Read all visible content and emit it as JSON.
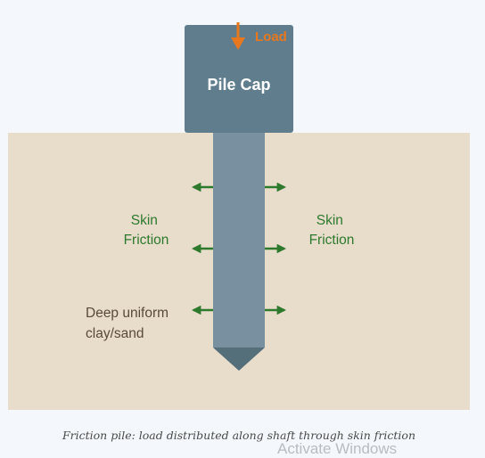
{
  "pile_cap": {
    "label": "Pile Cap"
  },
  "load": {
    "label": "Load"
  },
  "skin_friction": {
    "left_lines": [
      "Skin",
      "Friction"
    ],
    "right_lines": [
      "Skin",
      "Friction"
    ]
  },
  "soil": {
    "lines": [
      "Deep uniform",
      "clay/sand"
    ]
  },
  "caption": "Friction pile: load distributed along shaft through skin friction",
  "watermark": "Activate Windows",
  "colors": {
    "background": "#f4f7fb",
    "soil": "#e8dccb",
    "pile_cap": "#5f7d8c",
    "shaft": "#7990a0",
    "tip": "#546e7a",
    "load_arrow": "#e8781e",
    "friction_arrow": "#2d7a2d",
    "friction_text": "#2d7a2d",
    "soil_text": "#5a4a3a"
  }
}
